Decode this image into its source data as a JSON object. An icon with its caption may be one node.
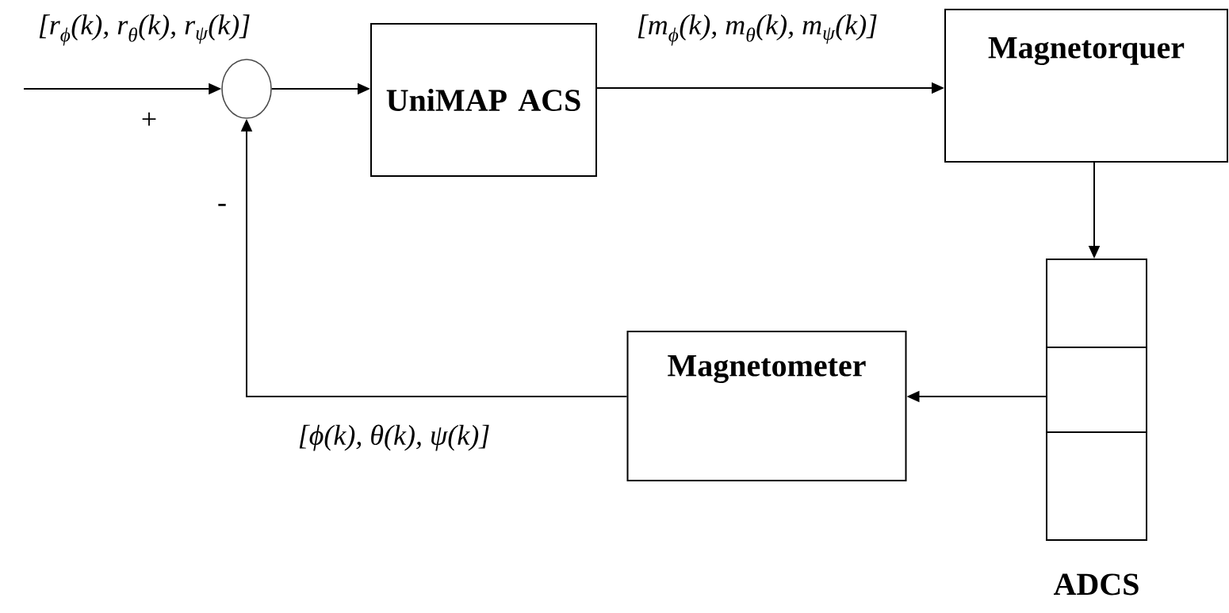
{
  "diagram": {
    "nodes": [
      {
        "text": [],
        "shape": "circle"
      },
      {
        "text": [
          "UniMAP ACS"
        ]
      },
      {
        "text": [
          "Magnetorquer"
        ]
      },
      {
        "text": [
          "ADCS"
        ]
      },
      {
        "text": [
          "Magnetometer"
        ]
      }
    ],
    "edges": [
      {
        "from": null,
        "to": 0,
        "arrow": "to",
        "label": "[r$_{ϕ}$(k), r$_{θ}$(k), r$_{ψ}$(k)]"
      },
      {
        "from": 0,
        "to": 1,
        "arrow": "to"
      },
      {
        "from": 1,
        "to": 2,
        "arrow": "to",
        "label": "[m$_{ϕ}$(k), m$_{θ}$(k), m$_{ψ}$(k)]"
      },
      {
        "from": 2,
        "to": 3,
        "arrow": "to"
      },
      {
        "from": 3,
        "to": 4,
        "arrow": "to"
      },
      {
        "from": 4,
        "to": 0,
        "arrow": "to",
        "label": "[ϕ(k), θ(k), ψ(k)]"
      }
    ],
    "labels": [
      "+",
      "-"
    ]
  }
}
